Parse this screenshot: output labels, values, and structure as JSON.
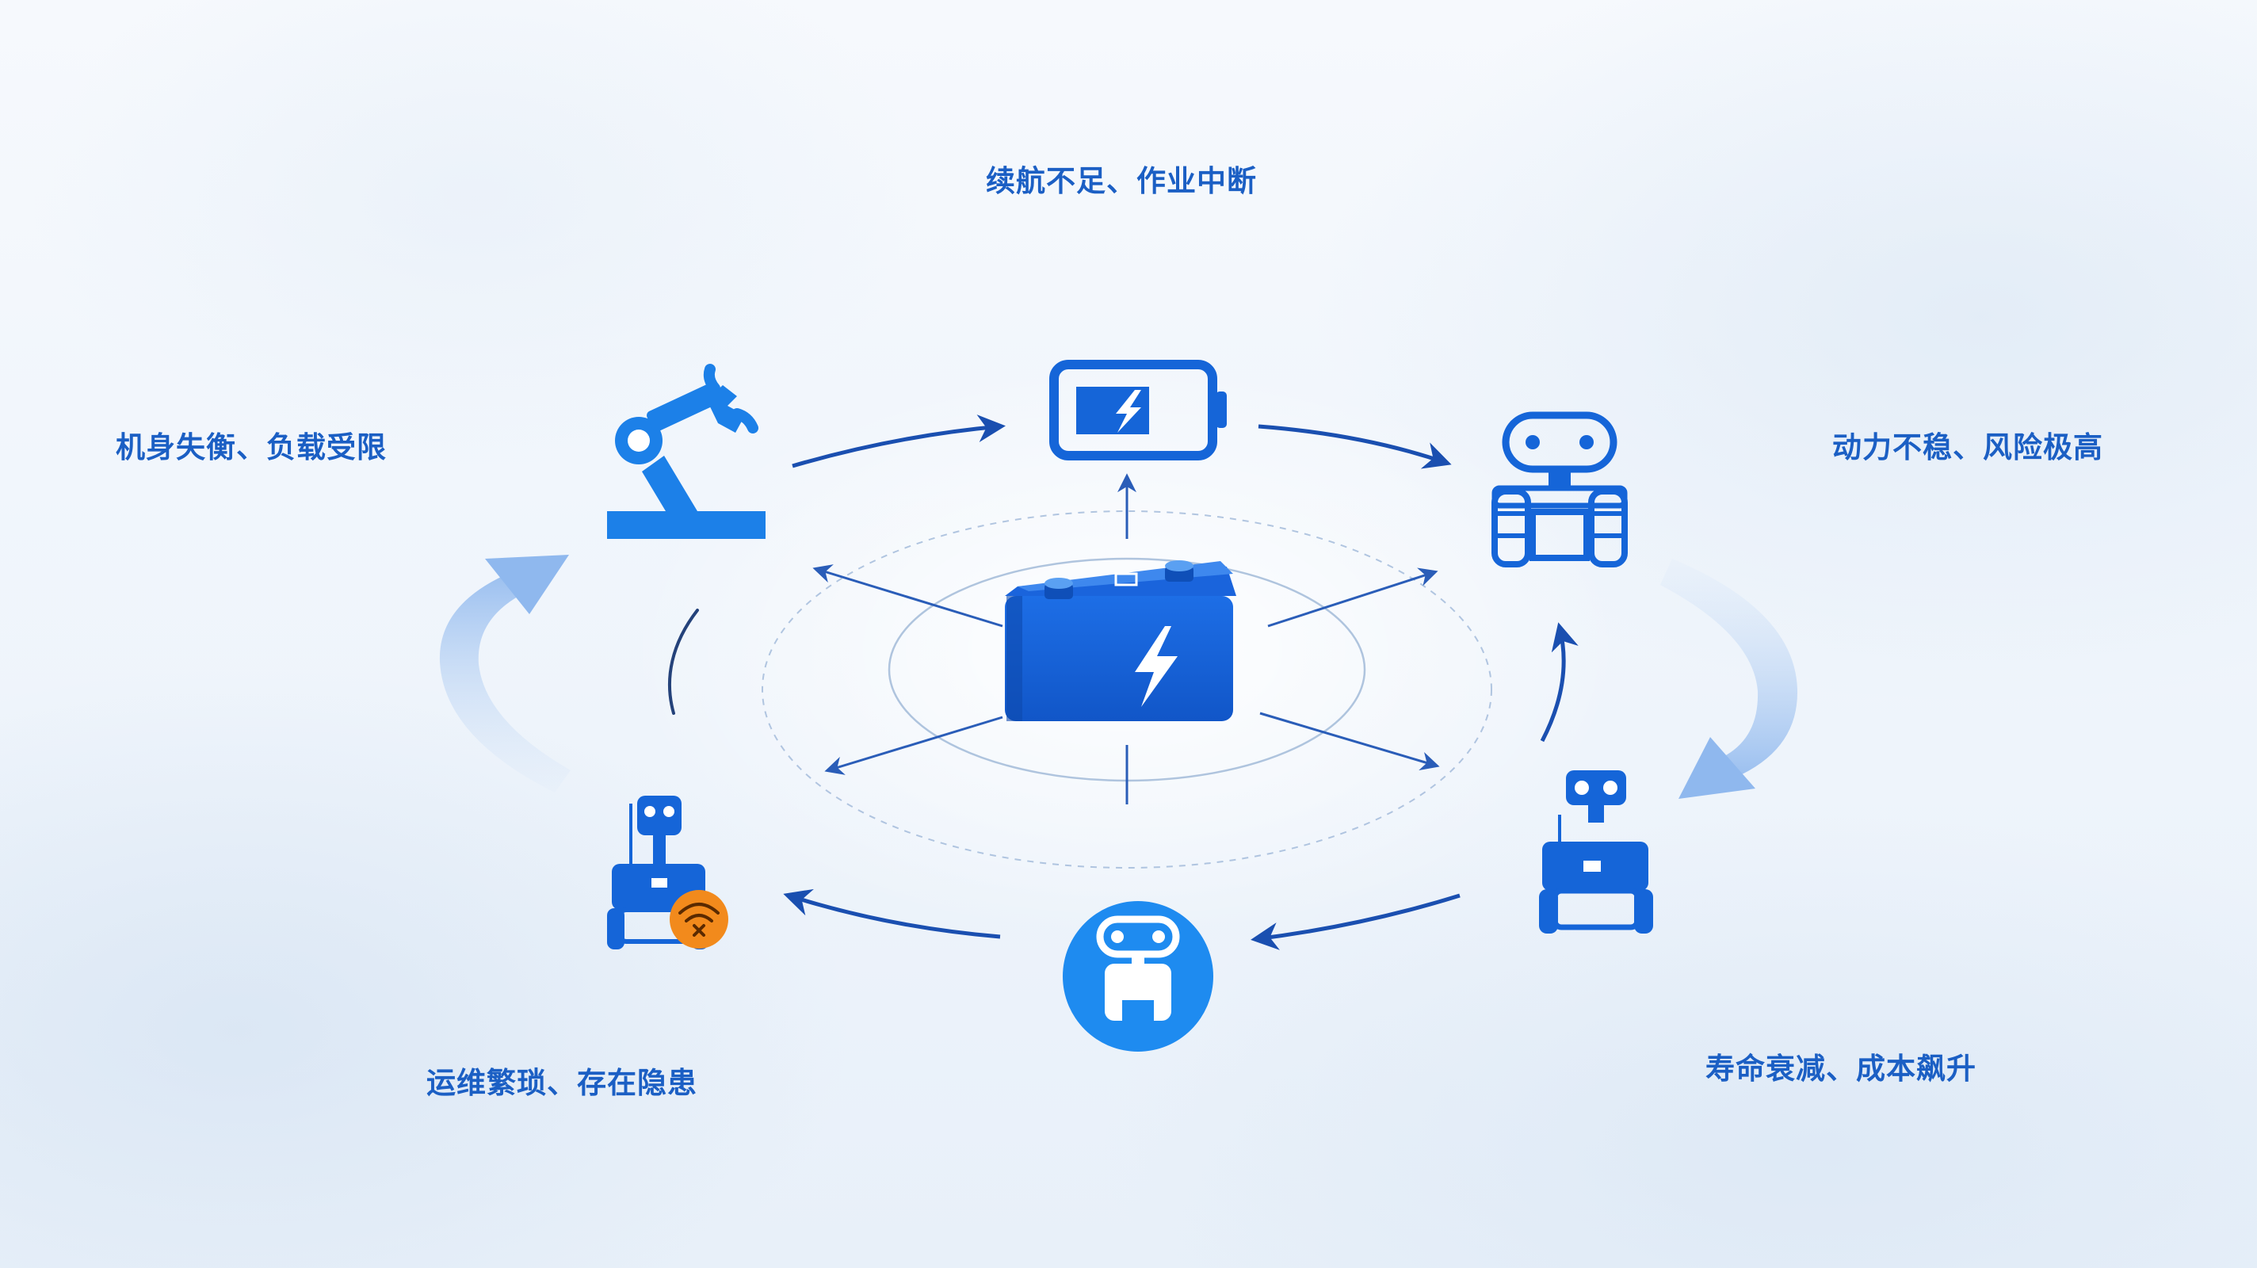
{
  "labels": {
    "top": "续航不足、作业中断",
    "left": "机身失衡、负载受限",
    "right": "动力不稳、风险极高",
    "bottom_left": "运维繁琐、存在隐患",
    "bottom_right": "寿命衰减、成本飙升"
  },
  "colors": {
    "primary_blue": "#1565d8",
    "label_blue": "#1b5fc4",
    "arrow_blue": "#1a4fb0",
    "light_arrow_blue": "#9fc3f2",
    "warning_orange": "#f28a1c",
    "circle_blue": "#1e8bf0"
  },
  "icons": {
    "center": "battery-pack-icon",
    "top": "battery-charging-icon",
    "upper_left": "robotic-arm-icon",
    "upper_right": "tracked-robot-icon",
    "lower_right": "wheeled-robot-icon",
    "bottom": "robot-face-icon",
    "lower_left": "robot-offline-icon"
  }
}
